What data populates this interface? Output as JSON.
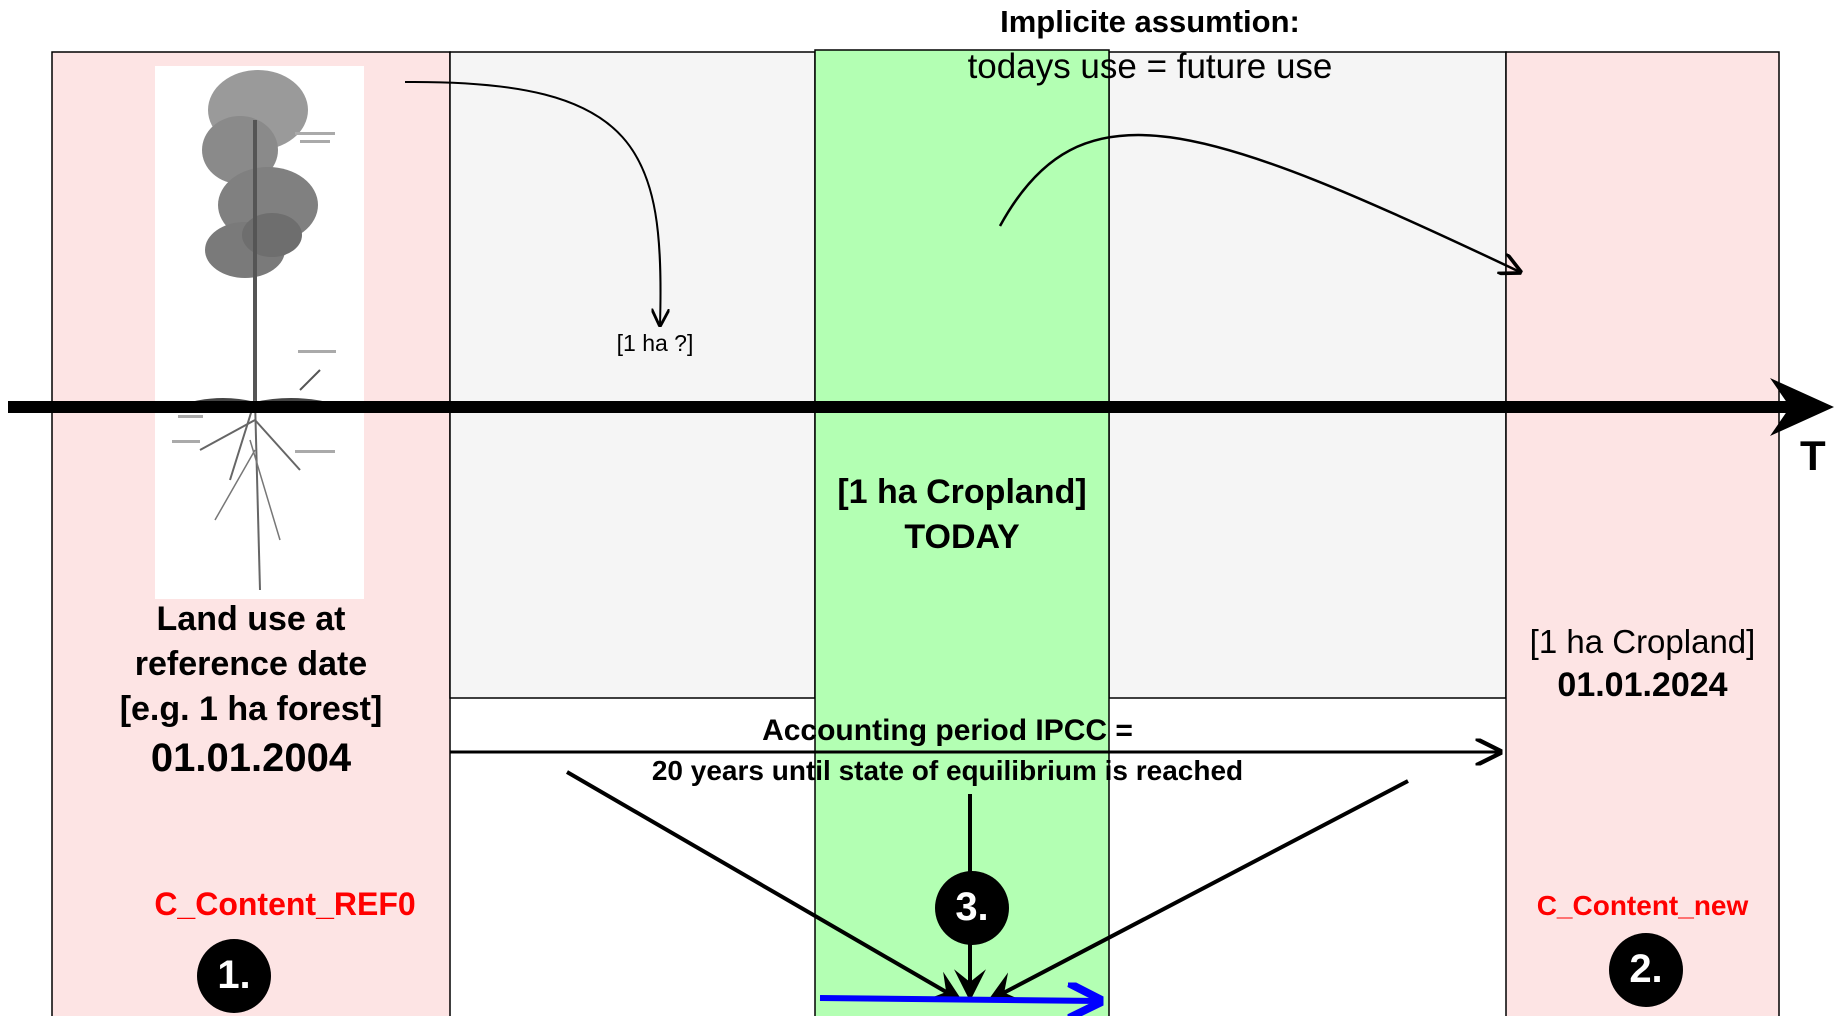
{
  "header": {
    "assumption_title": "Implicite assumtion:",
    "assumption_text": "todays use = future use"
  },
  "axis": {
    "label": "T"
  },
  "reference_column": {
    "lines": [
      "Land use at",
      "reference date",
      "[e.g. 1 ha forest]"
    ],
    "date": "01.01.2004",
    "content_label": "C_Content_REF0",
    "step": "1."
  },
  "transition": {
    "label": "[1 ha ?]"
  },
  "today_column": {
    "line1": "[1 ha Cropland]",
    "line2": "TODAY",
    "step": "3."
  },
  "future_column": {
    "line1": "[1 ha Cropland]",
    "date": "01.01.2024",
    "content_label": "C_Content_new",
    "step": "2."
  },
  "accounting": {
    "line1": "Accounting period IPCC =",
    "line2": "20 years until state of equilibrium is reached"
  },
  "colors": {
    "pink": "#fde4e4",
    "green": "#b3ffb3",
    "gray": "#f5f5f5",
    "red_text": "#ff0000",
    "blue_arrow": "#0000ff",
    "black": "#000000"
  }
}
